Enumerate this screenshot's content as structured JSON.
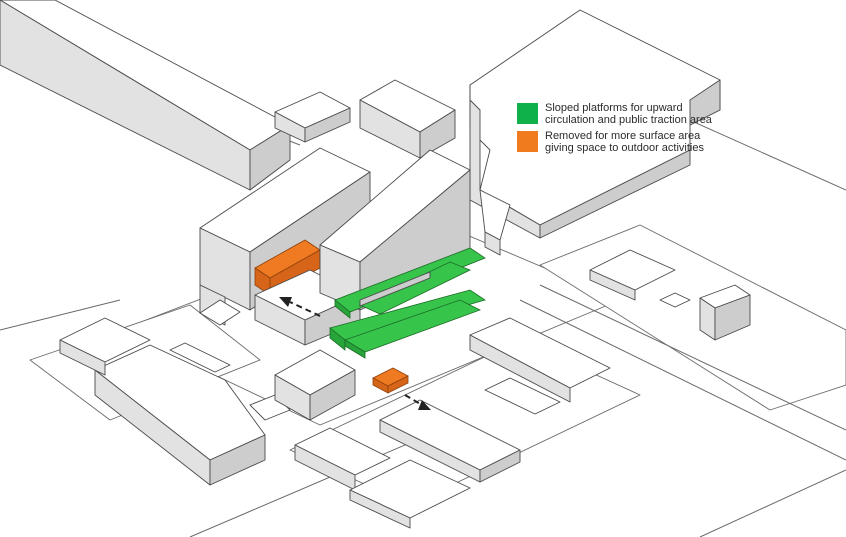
{
  "legend": {
    "items": [
      {
        "label": "Sloped platforms for upward circulation and public traction area",
        "color": "#0fb14a",
        "icon": "green-swatch"
      },
      {
        "label": "Removed for more surface area giving space to outdoor activities",
        "color": "#f07a1e",
        "icon": "orange-swatch"
      }
    ]
  },
  "colors": {
    "building_top": "#ffffff",
    "building_side_light": "#e2e2e2",
    "building_side_dark": "#cdcdcd",
    "outline": "#4a4a4a",
    "platform_green": "#36c44a",
    "removed_orange": "#ef7a22",
    "arrow": "#222222"
  }
}
